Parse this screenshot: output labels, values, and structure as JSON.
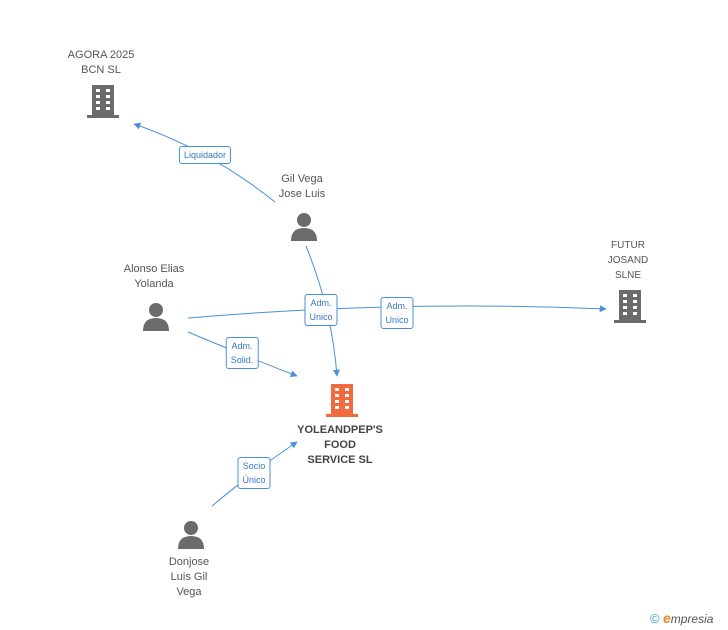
{
  "nodes": {
    "agora": {
      "label": [
        "AGORA 2025",
        "BCN SL"
      ],
      "type": "company"
    },
    "gil": {
      "label": [
        "Gil Vega",
        "Jose Luis"
      ],
      "type": "person"
    },
    "alonso": {
      "label": [
        "Alonso Elias",
        "Yolanda"
      ],
      "type": "person"
    },
    "futur": {
      "label": [
        "FUTUR",
        "JOSAND",
        "SLNE"
      ],
      "type": "company"
    },
    "main": {
      "label": [
        "YOLEANDPEP'S",
        "FOOD",
        "SERVICE SL"
      ],
      "type": "company-main"
    },
    "donjose": {
      "label": [
        "Donjose",
        "Luis Gil",
        "Vega"
      ],
      "type": "person"
    }
  },
  "edges": {
    "liquidador": {
      "label": [
        "Liquidador"
      ]
    },
    "adm_unico_1": {
      "label": [
        "Adm.",
        "Unico"
      ]
    },
    "adm_unico_2": {
      "label": [
        "Adm.",
        "Unico"
      ]
    },
    "adm_solid": {
      "label": [
        "Adm.",
        "Solid."
      ]
    },
    "socio_unico": {
      "label": [
        "Socio",
        "Único"
      ]
    }
  },
  "colors": {
    "company": "#6b6b6b",
    "company_main": "#f26a3d",
    "person": "#6b6b6b",
    "edge": "#4a90d9"
  },
  "footer": {
    "copyright": "©",
    "brand_e": "e",
    "brand_rest": "mpresia"
  }
}
